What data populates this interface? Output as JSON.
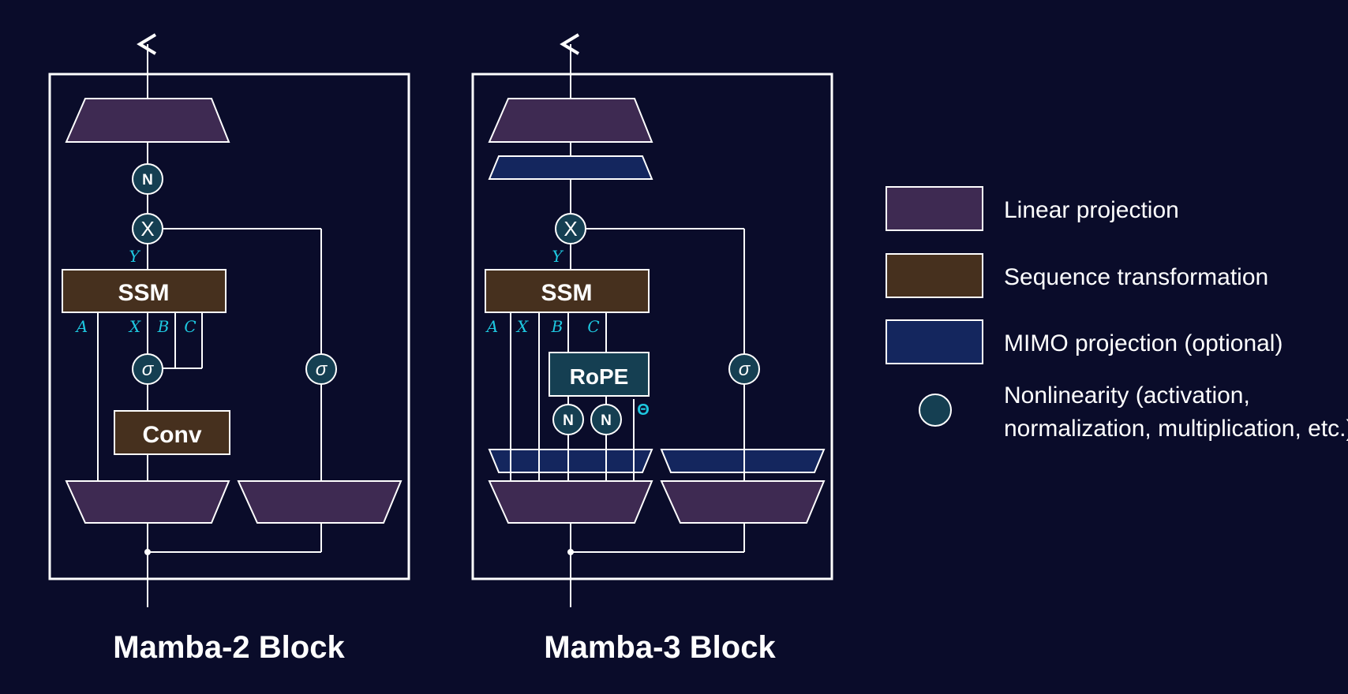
{
  "blocks": {
    "mamba2": {
      "title": "Mamba-2 Block",
      "ssm": "SSM",
      "conv": "Conv",
      "norm": "N",
      "mult": "X",
      "sigma": "σ",
      "vars": {
        "y": "Y",
        "a": "A",
        "x": "X",
        "b": "B",
        "c": "C"
      }
    },
    "mamba3": {
      "title": "Mamba-3 Block",
      "ssm": "SSM",
      "rope": "RoPE",
      "norm": "N",
      "mult": "X",
      "sigma": "σ",
      "theta": "Θ",
      "vars": {
        "y": "Y",
        "a": "A",
        "x": "X",
        "b": "B",
        "c": "C"
      }
    }
  },
  "legend": [
    {
      "label": "Linear projection",
      "color": "#3e2a52"
    },
    {
      "label": "Sequence transformation",
      "color": "#46301e"
    },
    {
      "label": "MIMO projection (optional)",
      "color": "#14265e"
    },
    {
      "label_lines": [
        "Nonlinearity (activation,",
        "normalization, multiplication, etc.)"
      ],
      "color": "#153f52"
    }
  ],
  "colors": {
    "background": "#0a0c2a",
    "linear": "#3e2a52",
    "sequence": "#46301e",
    "mimo": "#14265e",
    "node": "#153f52",
    "variable": "#1ec8e0"
  }
}
